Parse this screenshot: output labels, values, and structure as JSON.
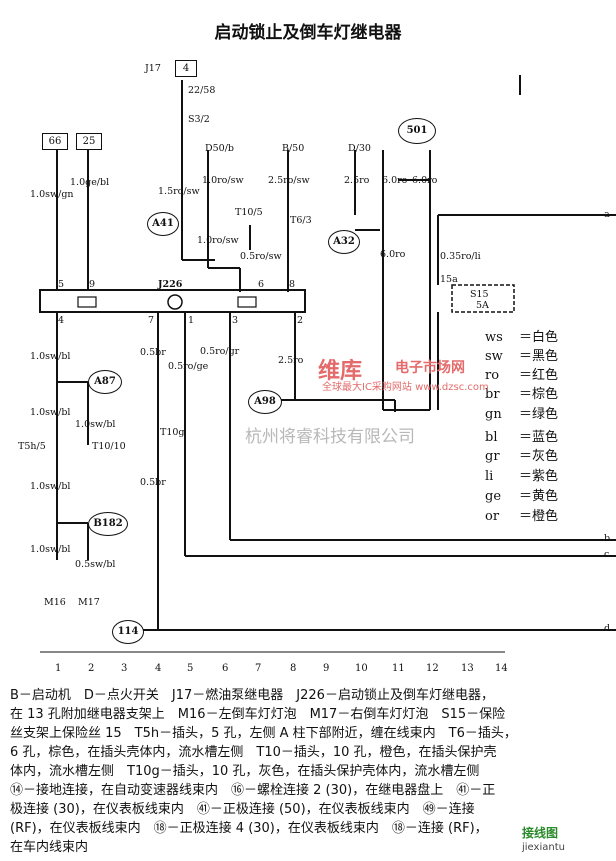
{
  "title": "启动锁止及倒车灯继电器",
  "relay_j17": {
    "label": "J17",
    "pin": "4",
    "wire": "22/58",
    "conn": "S3/2"
  },
  "fuse_boxes": [
    "66",
    "25"
  ],
  "relay_j226": "J226",
  "relay_501": "501",
  "wire_labels": {
    "w1": "1.0sw/gn",
    "w2": "1.0ge/bl",
    "w3": "D50/b",
    "w4": "1.5ro/sw",
    "w5": "1.0ro/sw",
    "w6": "T10/5",
    "w7": "1.0ro/sw",
    "w8": "0.5ro/sw",
    "w9": "B/50",
    "w10": "2.5ro/sw",
    "w11": "T6/3",
    "w12": "D/30",
    "w13": "2.5ro",
    "w14": "6.0ro",
    "w15": "6.0ro",
    "w16": "6.0ro",
    "w17": "0.35ro/li",
    "w18": "15a",
    "w19": "1.0sw/bl",
    "w20": "1.0sw/bl",
    "w21": "1.0sw/bl",
    "w22": "T5h/5",
    "w23": "T10/10",
    "w24": "1.0sw/bl",
    "w25": "1.0sw/bl",
    "w26": "0.5sw/bl",
    "w27": "0.5br",
    "w28": "0.5ro/ge",
    "w29": "0.5ro/gr",
    "w30": "2.5ro",
    "w31": "T10g",
    "w32": "0.5br"
  },
  "pins": {
    "p5": "5",
    "p9": "9",
    "p6": "6",
    "p8": "8",
    "p4": "4",
    "p7": "7",
    "p1": "1",
    "p3": "3",
    "p2": "2"
  },
  "fuse_s15": {
    "name": "S15",
    "rating": "5A"
  },
  "nodes": {
    "a41": "A41",
    "a32": "A32",
    "a87": "A87",
    "a98": "A98",
    "b182": "B182",
    "n114": "114"
  },
  "lamps": {
    "m16": "M16",
    "m17": "M17"
  },
  "bus_letters": [
    "a",
    "b",
    "c",
    "d"
  ],
  "columns": [
    "1",
    "2",
    "3",
    "4",
    "5",
    "6",
    "7",
    "8",
    "9",
    "10",
    "11",
    "12",
    "13",
    "14"
  ],
  "legend": [
    {
      "code": "ws",
      "name": "白色"
    },
    {
      "code": "sw",
      "name": "黑色"
    },
    {
      "code": "ro",
      "name": "红色"
    },
    {
      "code": "br",
      "name": "棕色"
    },
    {
      "code": "gn",
      "name": "绿色"
    },
    {
      "code": "bl",
      "name": "蓝色"
    },
    {
      "code": "gr",
      "name": "灰色"
    },
    {
      "code": "li",
      "name": "紫色"
    },
    {
      "code": "ge",
      "name": "黄色"
    },
    {
      "code": "or",
      "name": "橙色"
    }
  ],
  "description": [
    "B－启动机　D－点火开关　J17－燃油泵继电器　J226－启动锁止及倒车灯继电器，",
    "在 13 孔附加继电器支架上　M16－左倒车灯灯泡　M17－右倒车灯灯泡　S15－保险",
    "丝支架上保险丝 15　T5h－插头，5 孔，左侧 A 柱下部附近，缠在线束内　T6－插头，",
    "6 孔，棕色，在插头壳体内，流水槽左侧　T10－插头，10 孔，橙色，在插头保护壳",
    "体内，流水槽左侧　T10g－插头，10 孔，灰色，在插头保护壳体内，流水槽左侧",
    "⑭－接地连接，在自动变速器线束内　⑯－螺栓连接 2 (30)，在继电器盘上　㊶－正",
    "极连接 (30)，在仪表板线束内　㊶－正极连接 (50)，在仪表板线束内　㊾－连接",
    "(RF)，在仪表板线束内　⑱－正极连接 4 (30)，在仪表板线束内　⑱－连接 (RF)，",
    "在车内线束内"
  ],
  "watermarks": {
    "brand": "维库",
    "brand2": "电子市场网",
    "slogan": "全球最大IC采购网站  www.dzsc.com",
    "company": "杭州将睿科技有限公司",
    "site1": "接线图",
    "site2": "jiexiantu"
  }
}
